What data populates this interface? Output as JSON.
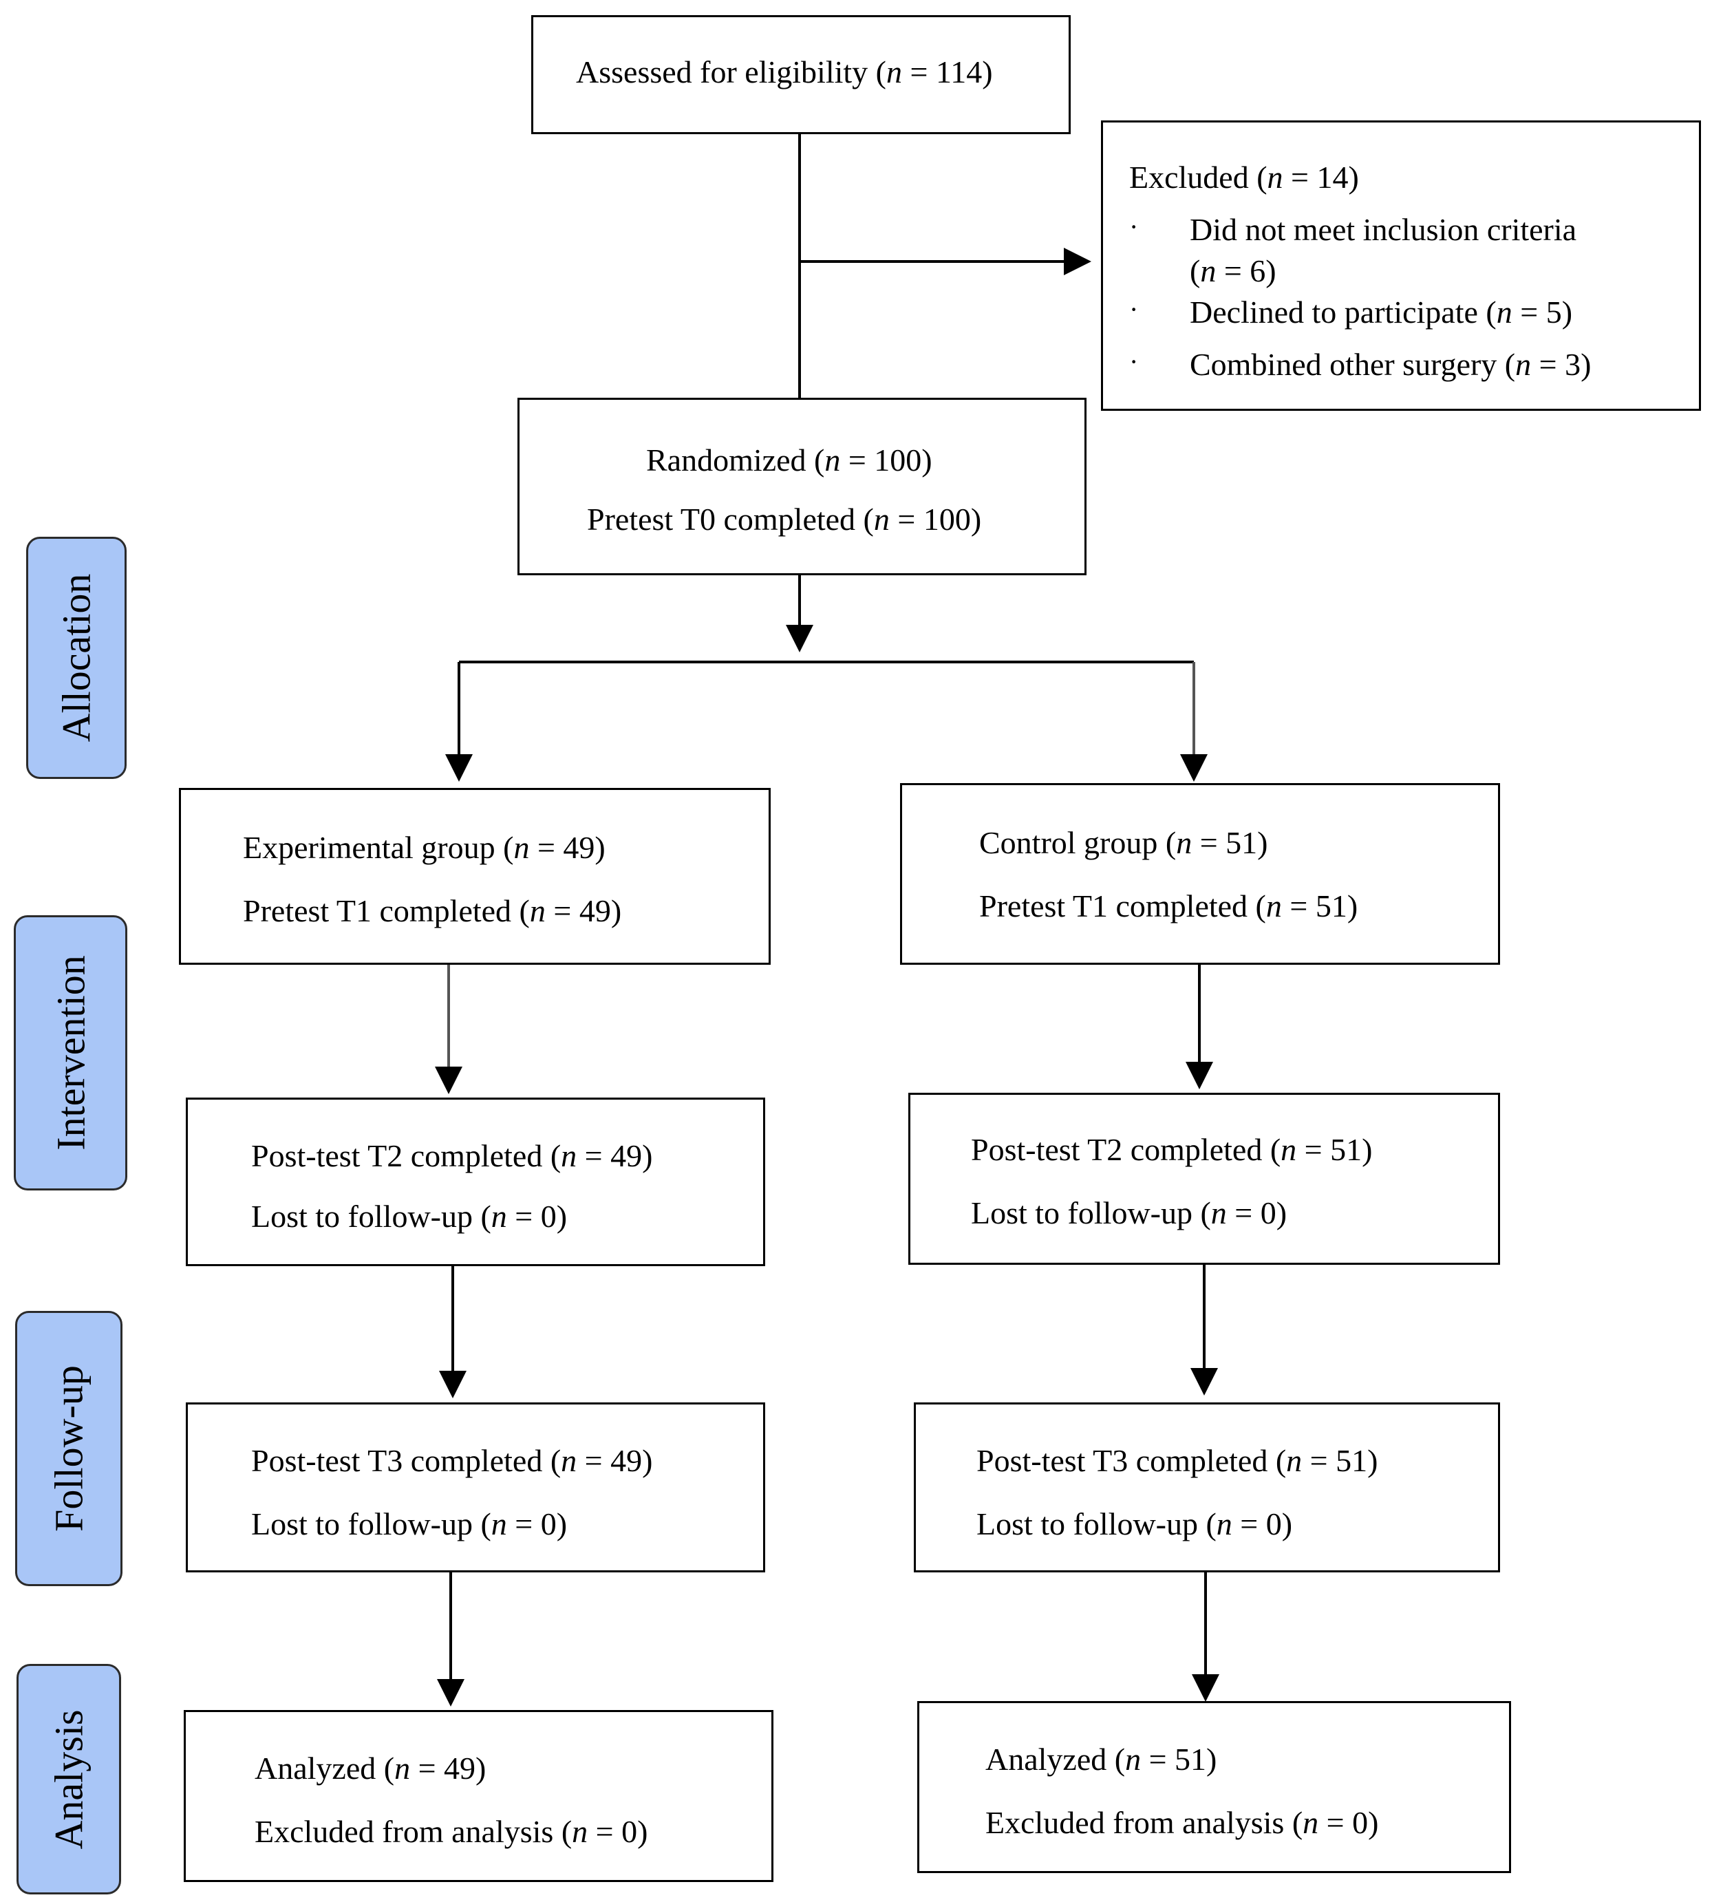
{
  "stages": {
    "allocation": "Allocation",
    "intervention": "Intervention",
    "follow_up": "Follow-up",
    "analysis": "Analysis"
  },
  "assessed": {
    "label": "Assessed for eligibility (",
    "var": "n",
    "value": " = 114)"
  },
  "excluded": {
    "title": {
      "label": "Excluded (",
      "var": "n",
      "value": " = 14)"
    },
    "items": [
      {
        "label": "Did not meet inclusion criteria",
        "label2": "(",
        "var": "n",
        "value": " = 6)"
      },
      {
        "label": "Declined to participate (",
        "var": "n",
        "value": " = 5)"
      },
      {
        "label": "Combined other surgery (",
        "var": "n",
        "value": " = 3)"
      }
    ]
  },
  "randomized": {
    "line1": {
      "label": "Randomized (",
      "var": "n",
      "value": " = 100)"
    },
    "line2": {
      "label": "Pretest T0 completed (",
      "var": "n",
      "value": " = 100)"
    }
  },
  "experimental": {
    "group": {
      "label": "Experimental group (",
      "var": "n",
      "value": " = 49)"
    },
    "pretest": {
      "label": "Pretest T1 completed (",
      "var": "n",
      "value": " = 49)"
    },
    "post_t2": {
      "label": "Post-test T2 completed (",
      "var": "n",
      "value": " = 49)"
    },
    "lost_t2": {
      "label": "Lost to follow-up (",
      "var": "n",
      "value": " = 0)"
    },
    "post_t3": {
      "label": "Post-test T3 completed (",
      "var": "n",
      "value": " = 49)"
    },
    "lost_t3": {
      "label": "Lost to follow-up (",
      "var": "n",
      "value": " = 0)"
    },
    "analyzed": {
      "label": "Analyzed (",
      "var": "n",
      "value": " = 49)"
    },
    "excluded": {
      "label": "Excluded from analysis (",
      "var": "n",
      "value": " = 0)"
    }
  },
  "control": {
    "group": {
      "label": "Control group (",
      "var": "n",
      "value": " = 51)"
    },
    "pretest": {
      "label": "Pretest T1 completed (",
      "var": "n",
      "value": " = 51)"
    },
    "post_t2": {
      "label": "Post-test T2 completed (",
      "var": "n",
      "value": " = 51)"
    },
    "lost_t2": {
      "label": "Lost to follow-up (",
      "var": "n",
      "value": " = 0)"
    },
    "post_t3": {
      "label": "Post-test T3 completed (",
      "var": "n",
      "value": " = 51)"
    },
    "lost_t3": {
      "label": "Lost to follow-up (",
      "var": "n",
      "value": " = 0)"
    },
    "analyzed": {
      "label": "Analyzed (",
      "var": "n",
      "value": " = 51)"
    },
    "excluded": {
      "label": "Excluded from analysis (",
      "var": "n",
      "value": " = 0)"
    }
  },
  "colors": {
    "stage_fill": "#a9c6f7",
    "line": "#000000"
  }
}
